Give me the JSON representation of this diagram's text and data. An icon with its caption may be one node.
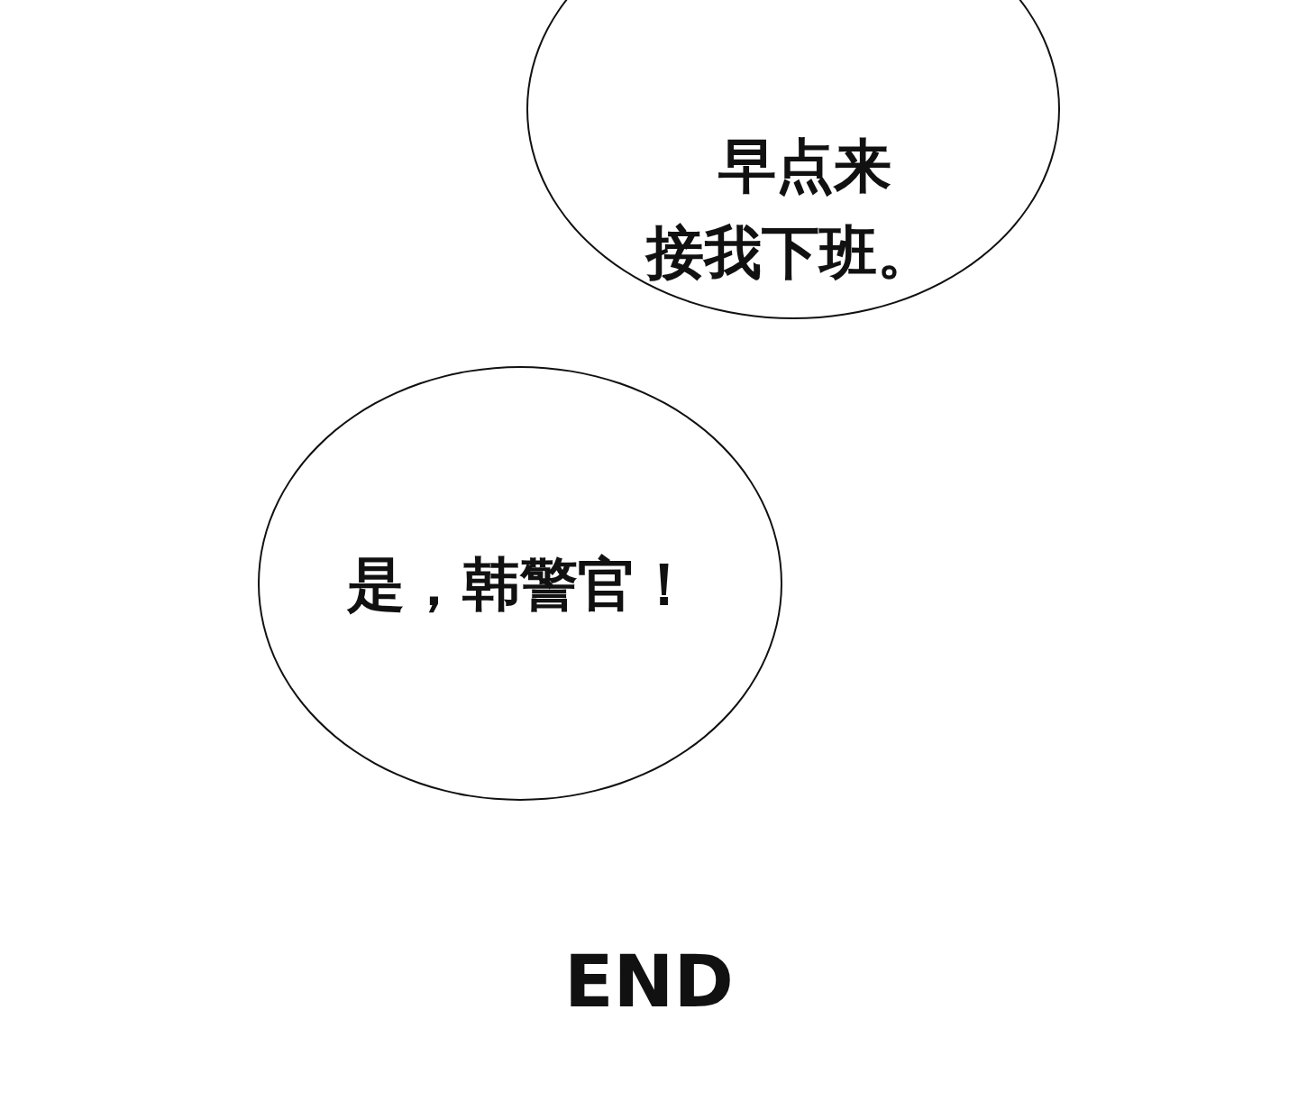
{
  "diagram": {
    "nodes": [
      {
        "text": [
          "早点来接我下班。"
        ]
      },
      {
        "text": [
          "是，韩警官！"
        ]
      }
    ],
    "labels": [
      "END"
    ]
  }
}
